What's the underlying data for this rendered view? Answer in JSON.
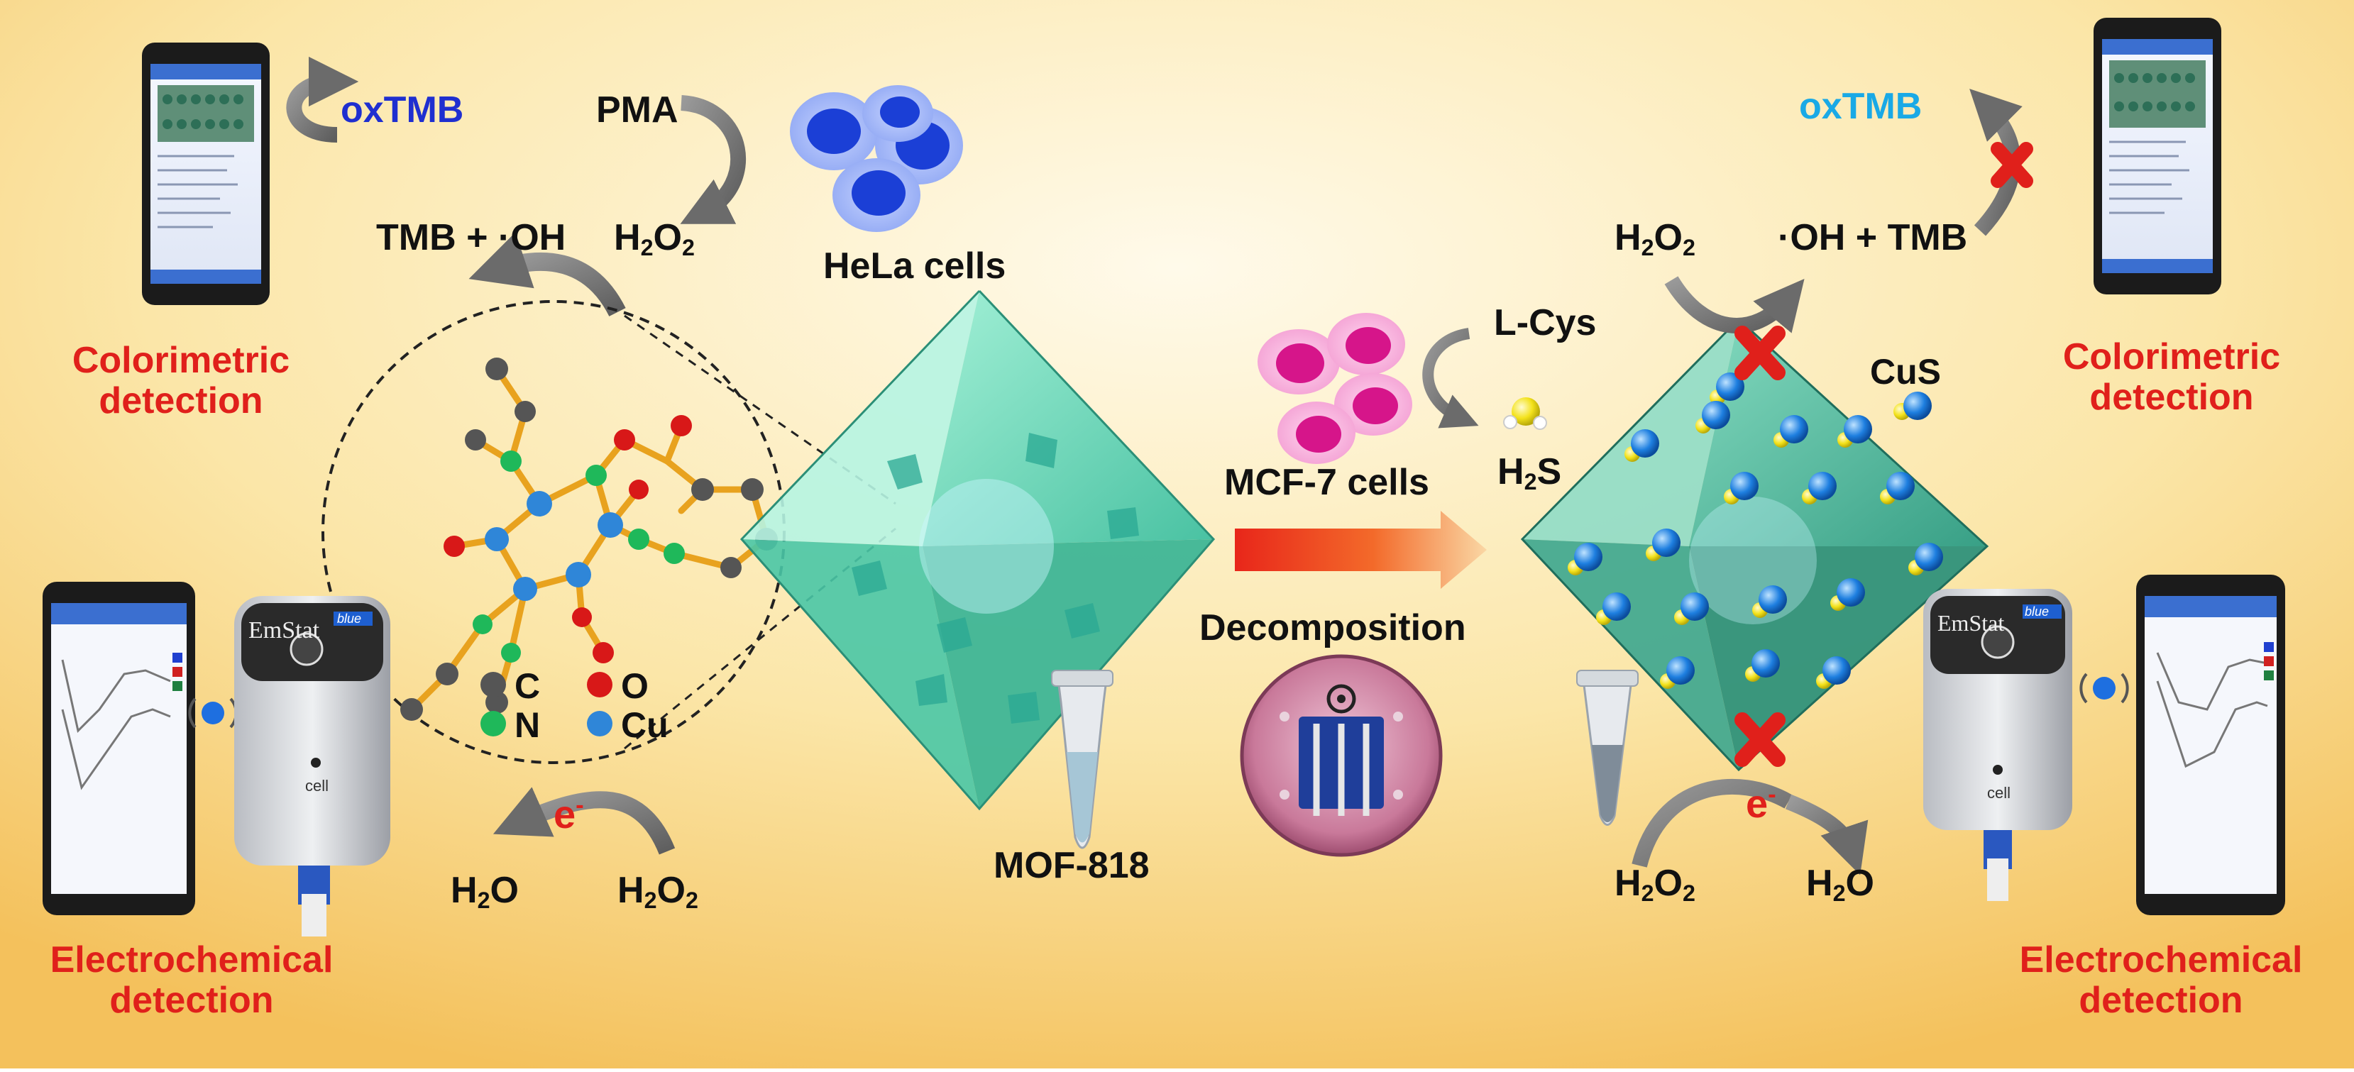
{
  "colors": {
    "background_center": "#fdf6dc",
    "background_edge": "#f6c96a",
    "accent_red": "#e0201b",
    "octahedron_teal": "#5fd2b4",
    "hela_blue": "#1b3fd6",
    "mcf7_magenta": "#d6158a",
    "oxtmb_left": "#1f2fd0",
    "oxtmb_right": "#19a9e6",
    "cu_sphere": "#1e7fe0",
    "s_sphere": "#f3e21b"
  },
  "left_panel": {
    "oxtmb": "oxTMB",
    "pma": "PMA",
    "tmb_oh": "TMB + ·OH",
    "h2o2_top": {
      "main": "H",
      "sub1": "2",
      "mid": "O",
      "sub2": "2"
    },
    "hela_cells": "HeLa cells",
    "colorimetric_line1": "Colorimetric",
    "colorimetric_line2": "detection",
    "electron": {
      "main": "e",
      "sup": "-"
    },
    "h2o_bottom": {
      "main": "H",
      "sub1": "2",
      "mid": "O"
    },
    "h2o2_bottom": {
      "main": "H",
      "sub1": "2",
      "mid": "O",
      "sub2": "2"
    },
    "electrochemical_line1": "Electrochemical",
    "electrochemical_line2": "detection",
    "potentiostat_brand": "EmStat",
    "potentiostat_model": "blue",
    "potentiostat_port": "cell"
  },
  "legend": {
    "c": "C",
    "o": "O",
    "n": "N",
    "cu": "Cu",
    "c_color": "#555555",
    "o_color": "#d81818",
    "n_color": "#1fb85a",
    "cu_color": "#2f86d8"
  },
  "center": {
    "mof_label": "MOF-818",
    "mcf7_cells": "MCF-7 cells",
    "l_cys": "L-Cys",
    "h2s": {
      "main": "H",
      "sub1": "2",
      "mid": "S"
    },
    "decomposition": "Decomposition"
  },
  "right_panel": {
    "oxtmb": "oxTMB",
    "h2o2_top": {
      "main": "H",
      "sub1": "2",
      "mid": "O",
      "sub2": "2"
    },
    "oh_tmb": "·OH + TMB",
    "cus": "CuS",
    "colorimetric_line1": "Colorimetric",
    "colorimetric_line2": "detection",
    "electron": {
      "main": "e",
      "sup": "-"
    },
    "h2o2_bottom": {
      "main": "H",
      "sub1": "2",
      "mid": "O",
      "sub2": "2"
    },
    "h2o_bottom": {
      "main": "H",
      "sub1": "2",
      "mid": "O"
    },
    "electrochemical_line1": "Electrochemical",
    "electrochemical_line2": "detection",
    "potentiostat_brand": "EmStat",
    "potentiostat_model": "blue",
    "potentiostat_port": "cell"
  }
}
